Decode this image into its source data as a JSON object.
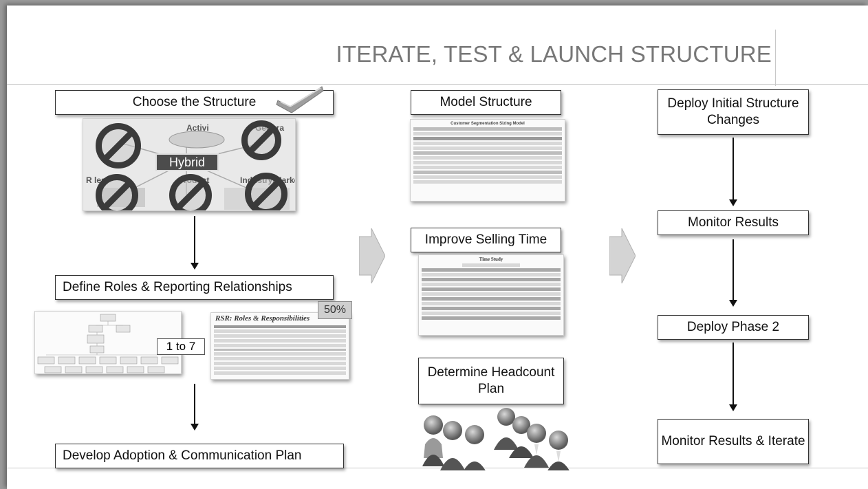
{
  "title": "ITERATE, TEST & LAUNCH STRUCTURE",
  "left": {
    "choose": "Choose the Structure",
    "hybrid": "Hybrid",
    "cat_activity": "Activi",
    "cat_geo": "Geogra",
    "cat_product": "Product",
    "cat_industry": "Industry/Market",
    "cat_roles": "R      les",
    "define": "Define Roles & Reporting Relationships",
    "span": "1 to 7",
    "pct": "50%",
    "develop": "Develop Adoption & Communication Plan"
  },
  "middle": {
    "model": "Model Structure",
    "model_table_title": "Customer Segmentation Sizing Model",
    "improve": "Improve Selling Time",
    "time_study_title": "Time Study",
    "headcount": "Determine Headcount Plan"
  },
  "right": {
    "deploy_initial": "Deploy Initial Structure Changes",
    "monitor": "Monitor Results",
    "deploy2": "Deploy Phase 2",
    "monitor_iterate": "Monitor Results & Iterate"
  },
  "rsr_title": "RSR: Roles & Responsibilities"
}
